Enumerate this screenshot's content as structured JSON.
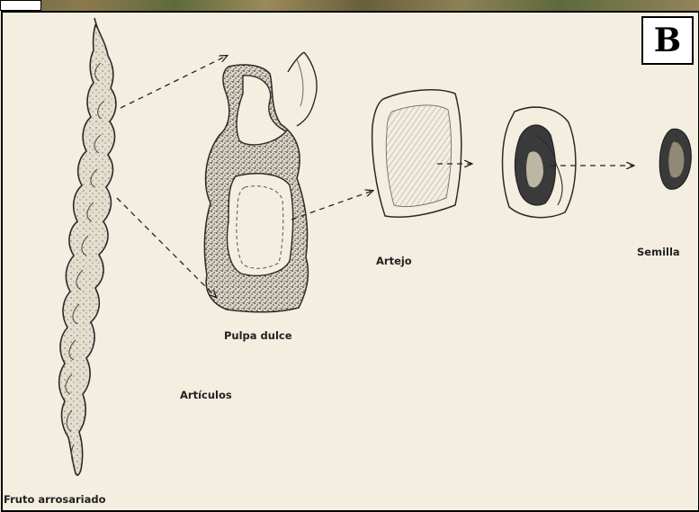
{
  "panel_label": "B",
  "labels": {
    "fruit": "Fruto arrosariado",
    "articles": "Artículos",
    "pulp": "Pulpa dulce",
    "segment": "Artejo",
    "seed": "Semilla"
  },
  "colors": {
    "ink": "#2a2a2a",
    "paper": "#f3eee0",
    "pulp_stipple": "#555555",
    "seed_dark": "#3a3a3a"
  }
}
